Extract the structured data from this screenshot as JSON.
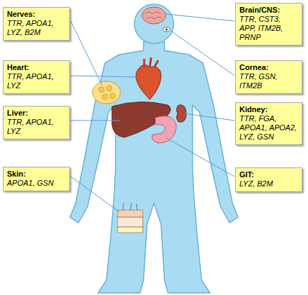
{
  "diagram": {
    "nodes": [
      {
        "text": [
          "Nerves:",
          "TTR, APOA1, LYZ, B2M"
        ]
      },
      {
        "text": [
          "Heart:",
          "TTR, APOA1, LYZ"
        ]
      },
      {
        "text": [
          "Liver:",
          "TTR, APOA1, LYZ"
        ]
      },
      {
        "text": [
          "Skin:",
          "APOA1, GSN"
        ]
      },
      {
        "text": [
          "Brain/CNS:",
          "TTR, CST3, APP, ITM2B, PRNP"
        ]
      },
      {
        "text": [
          "Cornea:",
          "TTR, GSN, ITM2B"
        ]
      },
      {
        "text": [
          "Kidney:",
          "TTR, FGA, APOA1, APOA2, LYZ, GSN"
        ]
      },
      {
        "text": [
          "GIT:",
          "LYZ, B2M"
        ]
      }
    ]
  }
}
